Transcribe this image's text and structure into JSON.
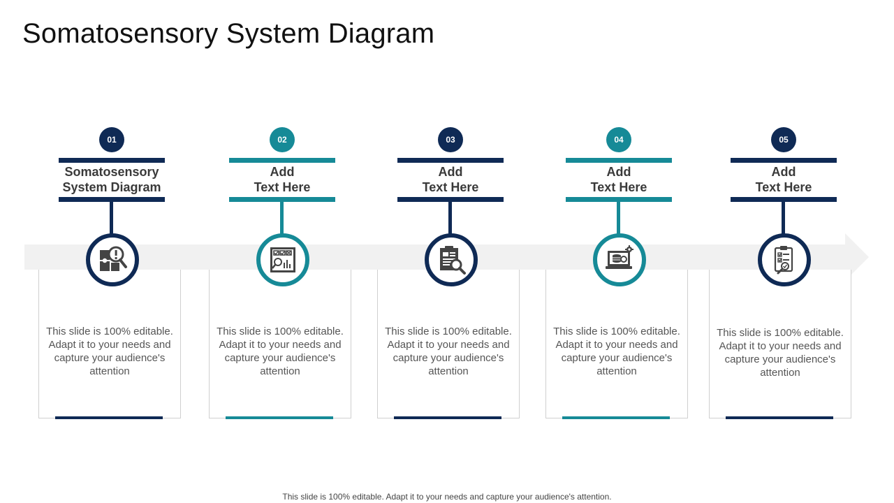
{
  "title": "Somatosensory System Diagram",
  "colors": {
    "navy": "#0f2a55",
    "teal": "#168a97",
    "arrow": "#f1f1f1"
  },
  "steps": [
    {
      "number": "01",
      "label_line1": "Somatosensory",
      "label_line2": "System Diagram",
      "description": "This slide is 100% editable. Adapt it to your needs and capture your audience's attention",
      "color": "navy",
      "icon": "puzzle-magnifier-icon"
    },
    {
      "number": "02",
      "label_line1": "Add",
      "label_line2": "Text Here",
      "description": "This slide is 100% editable. Adapt it to your needs and capture your audience's attention",
      "color": "teal",
      "icon": "dashboard-analysis-icon"
    },
    {
      "number": "03",
      "label_line1": "Add",
      "label_line2": "Text Here",
      "description": "This slide is 100% editable. Adapt it to your needs and capture your audience's attention",
      "color": "navy",
      "icon": "document-search-icon"
    },
    {
      "number": "04",
      "label_line1": "Add",
      "label_line2": "Text Here",
      "description": "This slide is 100% editable. Adapt it to your needs and capture your audience's attention",
      "color": "teal",
      "icon": "laptop-database-gear-icon"
    },
    {
      "number": "05",
      "label_line1": "Add",
      "label_line2": "Text Here",
      "description": "This slide is 100% editable. Adapt it to your needs and capture your audience's attention",
      "color": "navy",
      "icon": "clipboard-check-icon"
    }
  ],
  "footer": "This slide is 100% editable. Adapt it to your needs and capture your audience's attention."
}
